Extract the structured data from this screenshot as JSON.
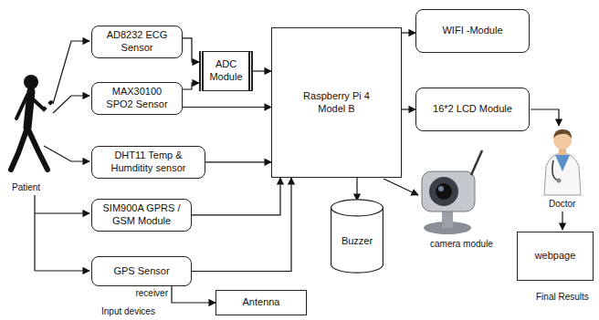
{
  "diagram": {
    "nodes": [
      {
        "text": [
          "AD8232 ECG Sensor"
        ]
      },
      {
        "text": [
          "ADC Module"
        ]
      },
      {
        "text": [
          "MAX30100 SPO2 Sensor"
        ]
      },
      {
        "text": [
          "DHT11 Temp & Humditity sensor"
        ]
      },
      {
        "text": [
          "SIM900A GPRS / GSM Module"
        ]
      },
      {
        "text": [
          "GPS Sensor"
        ]
      },
      {
        "text": [
          "Antenna"
        ]
      },
      {
        "text": [
          "Raspberry Pi 4 Model B"
        ]
      },
      {
        "text": [
          "WIFI -Module"
        ]
      },
      {
        "text": [
          "16*2 LCD Module"
        ]
      },
      {
        "text": [
          "Buzzer"
        ]
      },
      {
        "text": [
          "webpage"
        ]
      }
    ],
    "edges": [
      {
        "from": 0,
        "to": 1,
        "arrow": "to"
      },
      {
        "from": 2,
        "to": 1,
        "arrow": "to"
      },
      {
        "from": 1,
        "to": 7,
        "arrow": "to"
      },
      {
        "from": 2,
        "to": 7,
        "arrow": "to"
      },
      {
        "from": 3,
        "to": 7,
        "arrow": "to"
      },
      {
        "from": 4,
        "to": 7,
        "arrow": "to"
      },
      {
        "from": 5,
        "to": 7,
        "arrow": "to"
      },
      {
        "from": 5,
        "to": 6,
        "label": "receiver",
        "arrow": "to"
      },
      {
        "from": 7,
        "to": 8,
        "arrow": "to"
      },
      {
        "from": 7,
        "to": 9,
        "arrow": "to"
      },
      {
        "from": 7,
        "to": 10,
        "arrow": "to"
      }
    ],
    "labels": [
      "Patient",
      "Input devices",
      "camera module",
      "Doctor",
      "Final Results"
    ]
  }
}
